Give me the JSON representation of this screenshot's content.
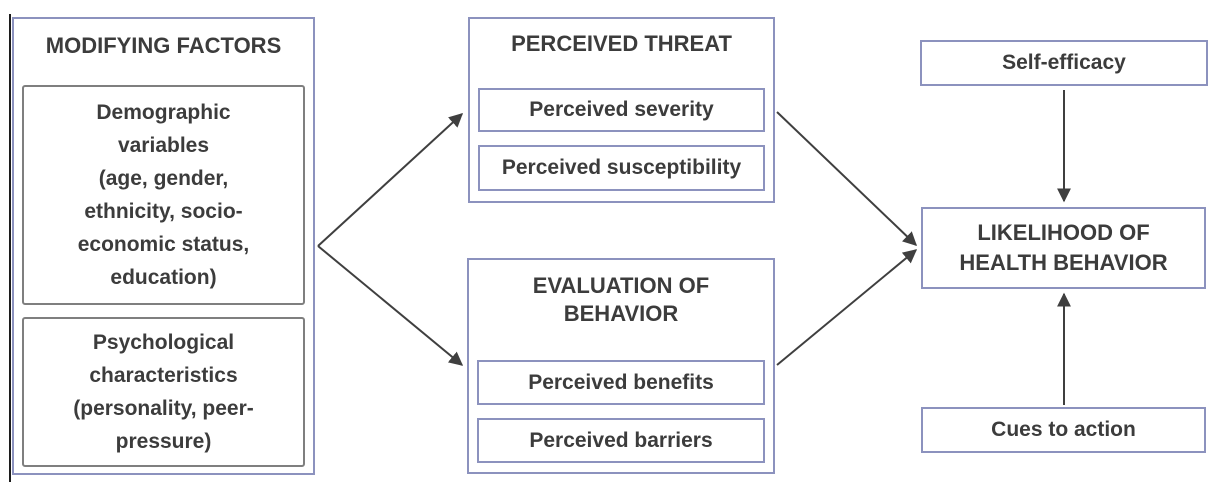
{
  "colors": {
    "border_accent": "#8c92be",
    "border_inner_gray": "#7f7f7f",
    "text": "#3c3c3c",
    "arrow": "#3f3f3f",
    "background": "#ffffff"
  },
  "diagram": {
    "modifying_factors": {
      "title": "MODIFYING FACTORS",
      "demographic_variables": "Demographic\nvariables\n(age, gender,\nethnicity, socio-\neconomic status,\neducation)",
      "psychological_characteristics": "Psychological\ncharacteristics\n(personality, peer-\npressure)"
    },
    "perceived_threat": {
      "title": "PERCEIVED THREAT",
      "perceived_severity": "Perceived severity",
      "perceived_susceptibility": "Perceived susceptibility"
    },
    "evaluation_of_behavior": {
      "title": "EVALUATION OF\nBEHAVIOR",
      "perceived_benefits": "Perceived benefits",
      "perceived_barriers": "Perceived barriers"
    },
    "self_efficacy": "Self-efficacy",
    "likelihood_of_health_behavior": "LIKELIHOOD OF\nHEALTH BEHAVIOR",
    "cues_to_action": "Cues to action",
    "edges": [
      {
        "from": "modifying_factors",
        "to": "perceived_threat"
      },
      {
        "from": "modifying_factors",
        "to": "evaluation_of_behavior"
      },
      {
        "from": "perceived_threat",
        "to": "likelihood_of_health_behavior"
      },
      {
        "from": "evaluation_of_behavior",
        "to": "likelihood_of_health_behavior"
      },
      {
        "from": "self_efficacy",
        "to": "likelihood_of_health_behavior"
      },
      {
        "from": "cues_to_action",
        "to": "likelihood_of_health_behavior"
      }
    ]
  }
}
